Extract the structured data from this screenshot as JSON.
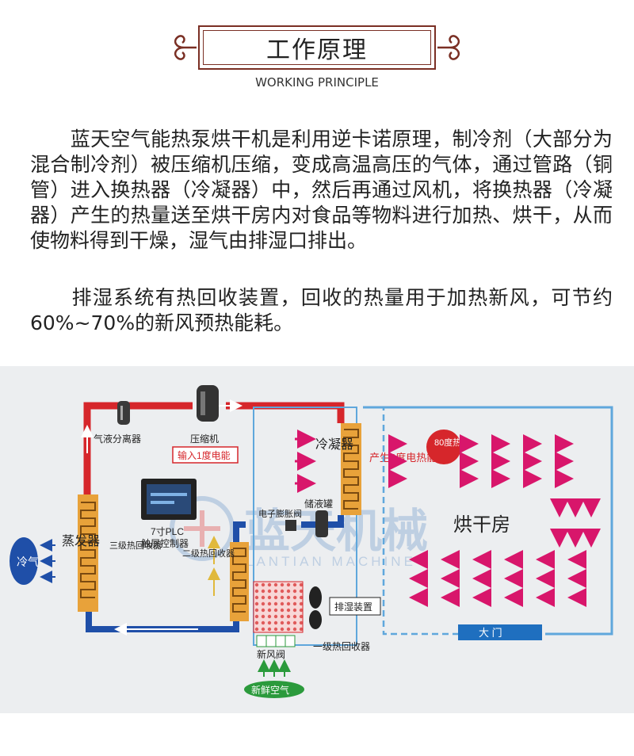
{
  "header": {
    "title": "工作原理",
    "subtitle": "WORKING PRINCIPLE"
  },
  "intro": {
    "p1": "　　蓝天空气能热泵烘干机是利用逆卡诺原理，制冷剂（大部分为混合制冷剂）被压缩机压缩，变成高温高压的气体，通过管路（铜管）进入换热器（冷凝器）中，然后再通过风机，将换热器（冷凝器）产生的热量送至烘干房内对食品等物料进行加热、烘干，从而使物料得到干燥，湿气由排湿口排出。",
    "p2": "　　排湿系统有热回收装置，回收的热量用于加热新风，可节约60%~70%的新风预热能耗。"
  },
  "diagram": {
    "gas_liquid_separator": "气液分离器",
    "compressor": "压缩机",
    "power_input": "输入1度电能",
    "controller_line1": "7寸PLC",
    "controller_line2": "触屏控制器",
    "condenser": "冷凝器",
    "receiver": "储液罐",
    "expansion_valve": "电子膨胀阀",
    "output_energy": "产生4度电热能",
    "heat_80": "80度热风",
    "drying_room": "烘干房",
    "evaporator": "蒸发器",
    "cold_air": "冷气",
    "recovery3": "三级热回收器",
    "recovery2": "二级热回收器",
    "recovery1": "一级热回收器",
    "dehumidifier": "排湿装置",
    "fresh_valve": "新风阀",
    "fresh_air": "新鲜空气",
    "gate": "大 门",
    "logo_cn": "蓝天机械",
    "logo_en": "LANTIAN MACHINE",
    "colors": {
      "hot": "#d6262b",
      "cold": "#1f4fa8",
      "arrow": "#d8166b",
      "coil": "#e8a23a",
      "room": "#5fa7dc",
      "bg": "#eceef0",
      "green": "#2b9a3c"
    }
  }
}
